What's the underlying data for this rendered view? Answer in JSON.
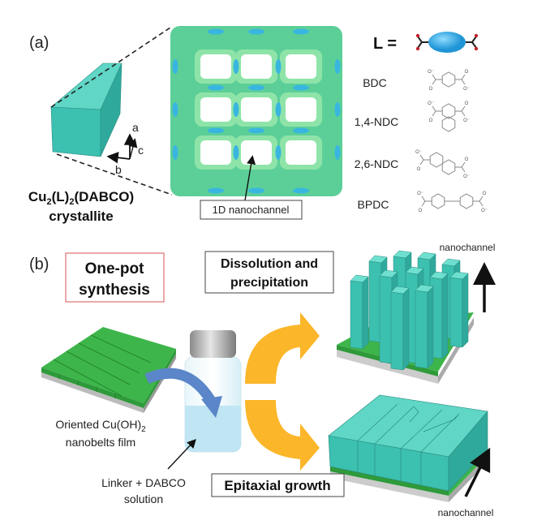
{
  "panel_a": {
    "label": "(a)",
    "crystal_formula": {
      "base": "Cu",
      "sub1": "2",
      "mid": "(L)",
      "sub2": "2",
      "tail": "(DABCO)"
    },
    "crystal_name": "crystallite",
    "axes": {
      "a": "a",
      "b": "b",
      "c": "c"
    },
    "nanochannel_label": "1D nanochannel",
    "linker_eq": "L =",
    "linkers": [
      {
        "name": "BDC"
      },
      {
        "name": "1,4-NDC"
      },
      {
        "name": "2,6-NDC"
      },
      {
        "name": "BPDC"
      }
    ],
    "atom_o": "O",
    "atom_o_minus": "O⁻"
  },
  "panel_b": {
    "label": "(b)",
    "one_pot": [
      "One-pot",
      "synthesis"
    ],
    "dissolution": [
      "Dissolution and",
      "precipitation"
    ],
    "epitaxial": "Epitaxial growth",
    "film_label": {
      "line1": "Oriented Cu(OH)",
      "sub": "2",
      "line2": "nanobelts film"
    },
    "solution_label": [
      "Linker + DABCO",
      "solution"
    ],
    "nanochannel_top": "nanochannel",
    "nanochannel_bottom": "nanochannel"
  },
  "colors": {
    "crystal": "#3cc0b0",
    "framework": "#5ccf98",
    "film": "#3db54a",
    "arrow_orange": "#fbb62a",
    "arrow_blue": "#5b86c9",
    "box_red": "#e07070",
    "linker_blue": "#34a9e0"
  }
}
